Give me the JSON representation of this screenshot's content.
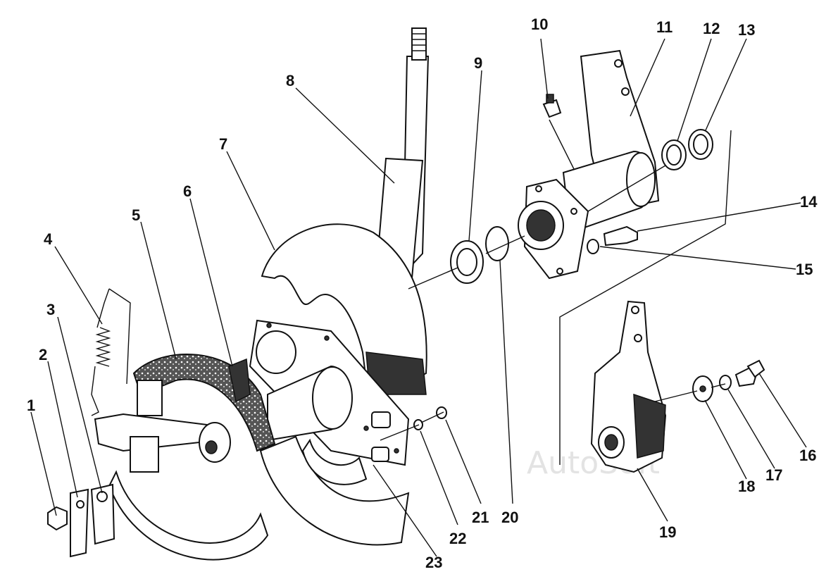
{
  "labels": {
    "l1": "1",
    "l2": "2",
    "l3": "3",
    "l4": "4",
    "l5": "5",
    "l6": "6",
    "l7": "7",
    "l8": "8",
    "l9": "9",
    "l10": "10",
    "l11": "11",
    "l12": "12",
    "l13": "13",
    "l14": "14",
    "l15": "15",
    "l16": "16",
    "l17": "17",
    "l18": "18",
    "l19": "19",
    "l20": "20",
    "l21": "21",
    "l22": "22",
    "l23": "23"
  },
  "watermark": "AutoSoft"
}
